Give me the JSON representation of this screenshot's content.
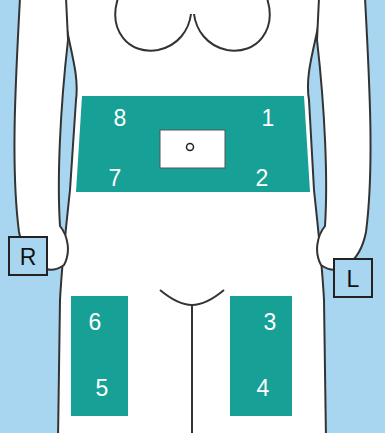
{
  "diagram": {
    "nodes": [
      {
        "text": [
          "8",
          "1",
          "7",
          "2"
        ]
      },
      {
        "text": [
          "R"
        ]
      },
      {
        "text": [
          "L"
        ]
      },
      {
        "text": [
          "6",
          "5"
        ]
      },
      {
        "text": [
          "3",
          "4"
        ]
      }
    ]
  }
}
